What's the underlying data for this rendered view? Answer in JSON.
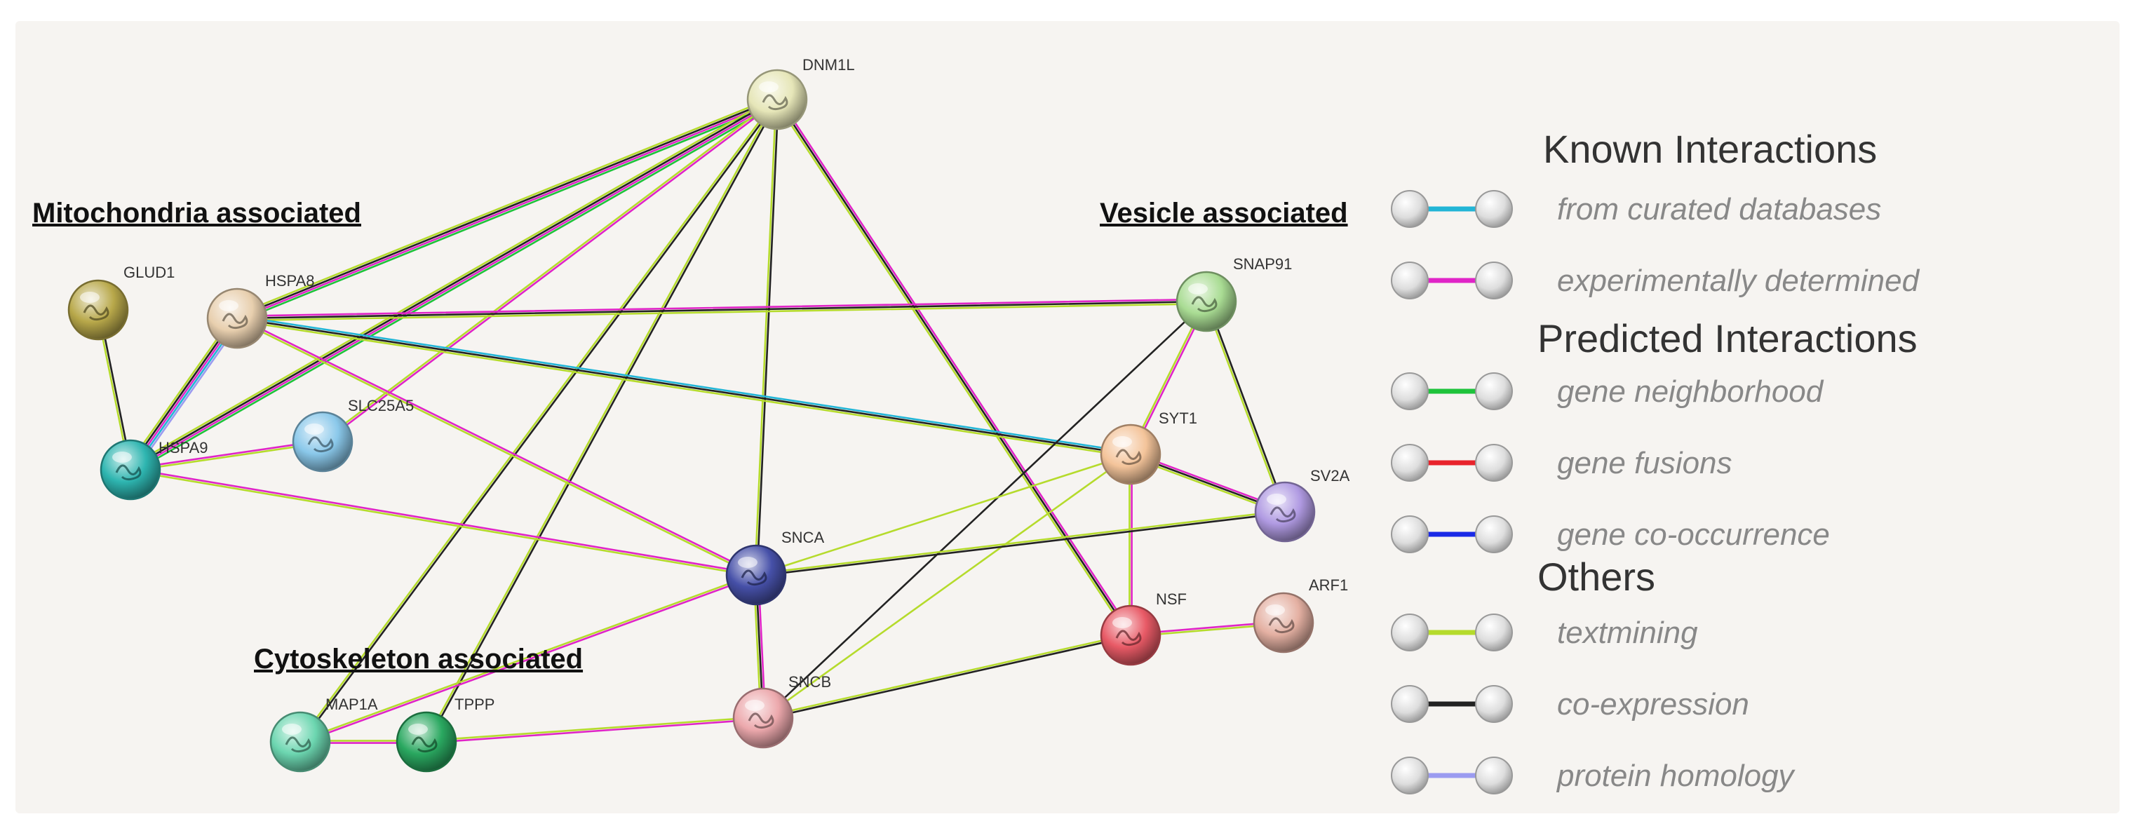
{
  "groups": {
    "mitochondria": "Mitochondria associated",
    "vesicle": "Vesicle associated",
    "cytoskeleton": "Cytoskeleton associated"
  },
  "nodes": [
    {
      "id": "DNM1L",
      "label": "DNM1L",
      "color": "#e6e6b8"
    },
    {
      "id": "GLUD1",
      "label": "GLUD1",
      "color": "#b8a84a"
    },
    {
      "id": "HSPA8",
      "label": "HSPA8",
      "color": "#e8cfae"
    },
    {
      "id": "HSPA9",
      "label": "HSPA9",
      "color": "#2eb5b0"
    },
    {
      "id": "SLC25A5",
      "label": "SLC25A5",
      "color": "#8ac8ea"
    },
    {
      "id": "SNAP91",
      "label": "SNAP91",
      "color": "#a9dc93"
    },
    {
      "id": "SYT1",
      "label": "SYT1",
      "color": "#f4c49a"
    },
    {
      "id": "SV2A",
      "label": "SV2A",
      "color": "#b09ae2"
    },
    {
      "id": "SNCA",
      "label": "SNCA",
      "color": "#4650a8"
    },
    {
      "id": "NSF",
      "label": "NSF",
      "color": "#e85a66"
    },
    {
      "id": "ARF1",
      "label": "ARF1",
      "color": "#e4b0a2"
    },
    {
      "id": "SNCB",
      "label": "SNCB",
      "color": "#eca8ac"
    },
    {
      "id": "MAP1A",
      "label": "MAP1A",
      "color": "#6cd6b0"
    },
    {
      "id": "TPPP",
      "label": "TPPP",
      "color": "#2aa860"
    }
  ],
  "edges": [
    {
      "from": "DNM1L",
      "to": "HSPA8",
      "types": [
        "gene_neighborhood",
        "experimental",
        "coexpression",
        "textmining"
      ]
    },
    {
      "from": "DNM1L",
      "to": "HSPA9",
      "types": [
        "gene_neighborhood",
        "experimental",
        "coexpression",
        "textmining"
      ]
    },
    {
      "from": "DNM1L",
      "to": "SLC25A5",
      "types": [
        "experimental",
        "textmining"
      ]
    },
    {
      "from": "DNM1L",
      "to": "TPPP",
      "types": [
        "coexpression",
        "textmining"
      ]
    },
    {
      "from": "DNM1L",
      "to": "MAP1A",
      "types": [
        "coexpression",
        "textmining"
      ]
    },
    {
      "from": "DNM1L",
      "to": "SNCA",
      "types": [
        "coexpression",
        "textmining"
      ]
    },
    {
      "from": "DNM1L",
      "to": "NSF",
      "types": [
        "experimental",
        "coexpression",
        "textmining"
      ]
    },
    {
      "from": "GLUD1",
      "to": "HSPA9",
      "types": [
        "coexpression",
        "textmining"
      ]
    },
    {
      "from": "HSPA8",
      "to": "HSPA9",
      "types": [
        "homology",
        "curated",
        "experimental",
        "coexpression",
        "textmining"
      ]
    },
    {
      "from": "HSPA8",
      "to": "SNAP91",
      "types": [
        "experimental",
        "coexpression",
        "textmining"
      ]
    },
    {
      "from": "HSPA8",
      "to": "SYT1",
      "types": [
        "curated",
        "coexpression",
        "textmining"
      ]
    },
    {
      "from": "HSPA8",
      "to": "SNCA",
      "types": [
        "experimental",
        "textmining"
      ]
    },
    {
      "from": "HSPA9",
      "to": "SLC25A5",
      "types": [
        "experimental",
        "textmining"
      ]
    },
    {
      "from": "HSPA9",
      "to": "SNCA",
      "types": [
        "experimental",
        "textmining"
      ]
    },
    {
      "from": "SNAP91",
      "to": "SYT1",
      "types": [
        "experimental",
        "textmining"
      ]
    },
    {
      "from": "SNAP91",
      "to": "SV2A",
      "types": [
        "coexpression",
        "textmining"
      ]
    },
    {
      "from": "SNAP91",
      "to": "SNCB",
      "types": [
        "coexpression"
      ]
    },
    {
      "from": "SYT1",
      "to": "SV2A",
      "types": [
        "experimental",
        "coexpression",
        "textmining"
      ]
    },
    {
      "from": "SYT1",
      "to": "SNCA",
      "types": [
        "textmining"
      ]
    },
    {
      "from": "SYT1",
      "to": "NSF",
      "types": [
        "experimental",
        "textmining"
      ]
    },
    {
      "from": "SYT1",
      "to": "SNCB",
      "types": [
        "textmining"
      ]
    },
    {
      "from": "SV2A",
      "to": "SNCA",
      "types": [
        "coexpression",
        "textmining"
      ]
    },
    {
      "from": "SNCA",
      "to": "SNCB",
      "types": [
        "experimental",
        "coexpression",
        "textmining"
      ]
    },
    {
      "from": "SNCA",
      "to": "MAP1A",
      "types": [
        "experimental",
        "textmining"
      ]
    },
    {
      "from": "NSF",
      "to": "ARF1",
      "types": [
        "experimental",
        "textmining"
      ]
    },
    {
      "from": "NSF",
      "to": "SNCB",
      "types": [
        "coexpression",
        "textmining"
      ]
    },
    {
      "from": "SNCB",
      "to": "TPPP",
      "types": [
        "experimental",
        "textmining"
      ]
    },
    {
      "from": "TPPP",
      "to": "MAP1A",
      "types": [
        "experimental",
        "textmining"
      ]
    }
  ],
  "legend": {
    "known_heading": "Known Interactions",
    "predicted_heading": "Predicted Interactions",
    "others_heading": "Others",
    "items": [
      {
        "key": "curated",
        "label": "from curated databases",
        "color": "#22b5d6"
      },
      {
        "key": "experimental",
        "label": "experimentally determined",
        "color": "#e024c7"
      },
      {
        "key": "gene_neighborhood",
        "label": "gene neighborhood",
        "color": "#1ec33b"
      },
      {
        "key": "gene_fusions",
        "label": "gene fusions",
        "color": "#e8232b"
      },
      {
        "key": "cooccurrence",
        "label": "gene co-occurrence",
        "color": "#1a2ae6"
      },
      {
        "key": "textmining",
        "label": "textmining",
        "color": "#b5db2c"
      },
      {
        "key": "coexpression",
        "label": "co-expression",
        "color": "#222222"
      },
      {
        "key": "homology",
        "label": "protein homology",
        "color": "#9b9bf0"
      }
    ]
  }
}
